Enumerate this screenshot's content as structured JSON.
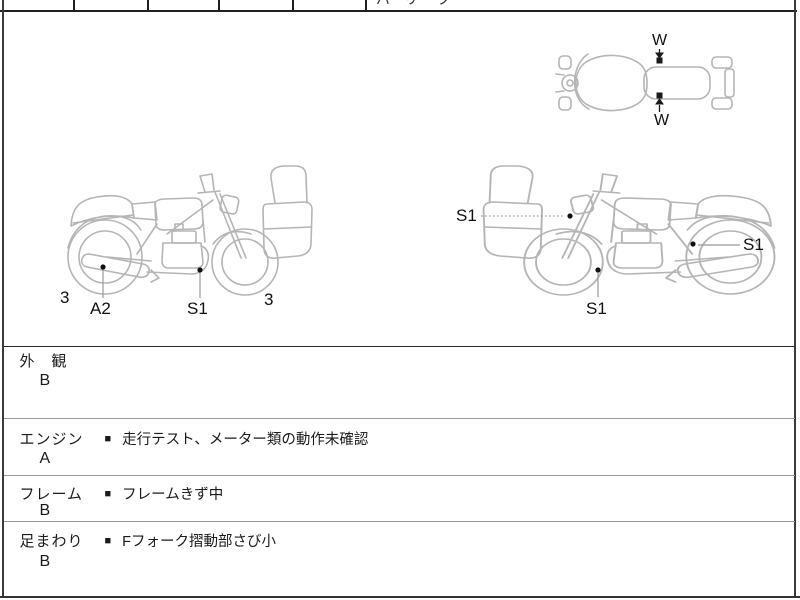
{
  "ui": {
    "bullet": "■"
  },
  "header": {
    "fragments": [
      "パ",
      "リ",
      "ク"
    ]
  },
  "top_view": {
    "width_label_top": "W",
    "width_label_bottom": "W"
  },
  "left_view": {
    "marks": [
      {
        "code": "3"
      },
      {
        "code": "A2"
      },
      {
        "code": "S1"
      },
      {
        "code": "3"
      }
    ]
  },
  "right_view": {
    "marks": [
      {
        "code": "S1"
      },
      {
        "code": "S1"
      },
      {
        "code": "S1"
      }
    ]
  },
  "sections": [
    {
      "label": "外　観",
      "grade": "B",
      "note": ""
    },
    {
      "label": "エンジン",
      "grade": "A",
      "note": "走行テスト、メーター類の動作未確認"
    },
    {
      "label": "フレーム",
      "grade": "B",
      "note": "フレームきず中"
    },
    {
      "label": "足まわり",
      "grade": "B",
      "note": "Fフォーク摺動部さび小"
    }
  ],
  "colors": {
    "art_line": "#b5b5b5",
    "leader": "#999999",
    "ink": "#1a1a1a"
  }
}
